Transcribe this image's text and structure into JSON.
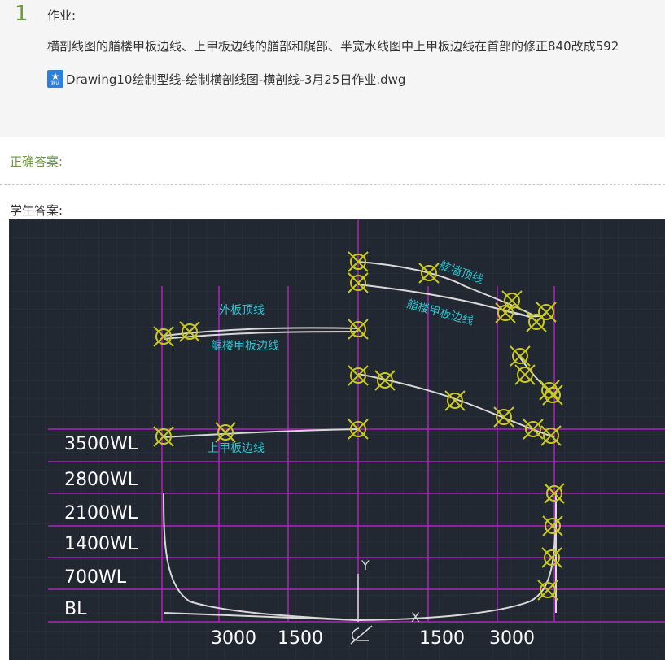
{
  "question": {
    "number": "1",
    "label": "作业:",
    "text": "横剖线图的艏楼甲板边线、上甲板边线的艏部和艉部、半宽水线图中上甲板边线在首部的修正840改成592",
    "attachment": {
      "filename": "Drawing10绘制型线-绘制横剖线图-横剖线-3月25日作业.dwg",
      "icon": "star-file-icon",
      "color": "#2f7fd3"
    }
  },
  "answers": {
    "correct_label": "正确答案:",
    "student_label": "学生答案:"
  },
  "cad": {
    "background": "#222831",
    "grid_color": "#c020c0",
    "marker_color": "#c8c820",
    "label_color": "#2fc4d0",
    "waterlines": [
      "3500WL",
      "2800WL",
      "2100WL",
      "1400WL",
      "700WL",
      "BL"
    ],
    "station_labels": [
      "3000",
      "1500",
      "1500",
      "3000"
    ],
    "curve_labels": {
      "outer_top": "外板顶线",
      "aft_deck_edge": "艉楼甲板边线",
      "bulwark_top": "舷墙顶线",
      "fore_deck_edge": "艏楼甲板边线",
      "upper_deck_edge": "上甲板边线"
    },
    "axis_y": "Y",
    "axis_x": "X"
  }
}
